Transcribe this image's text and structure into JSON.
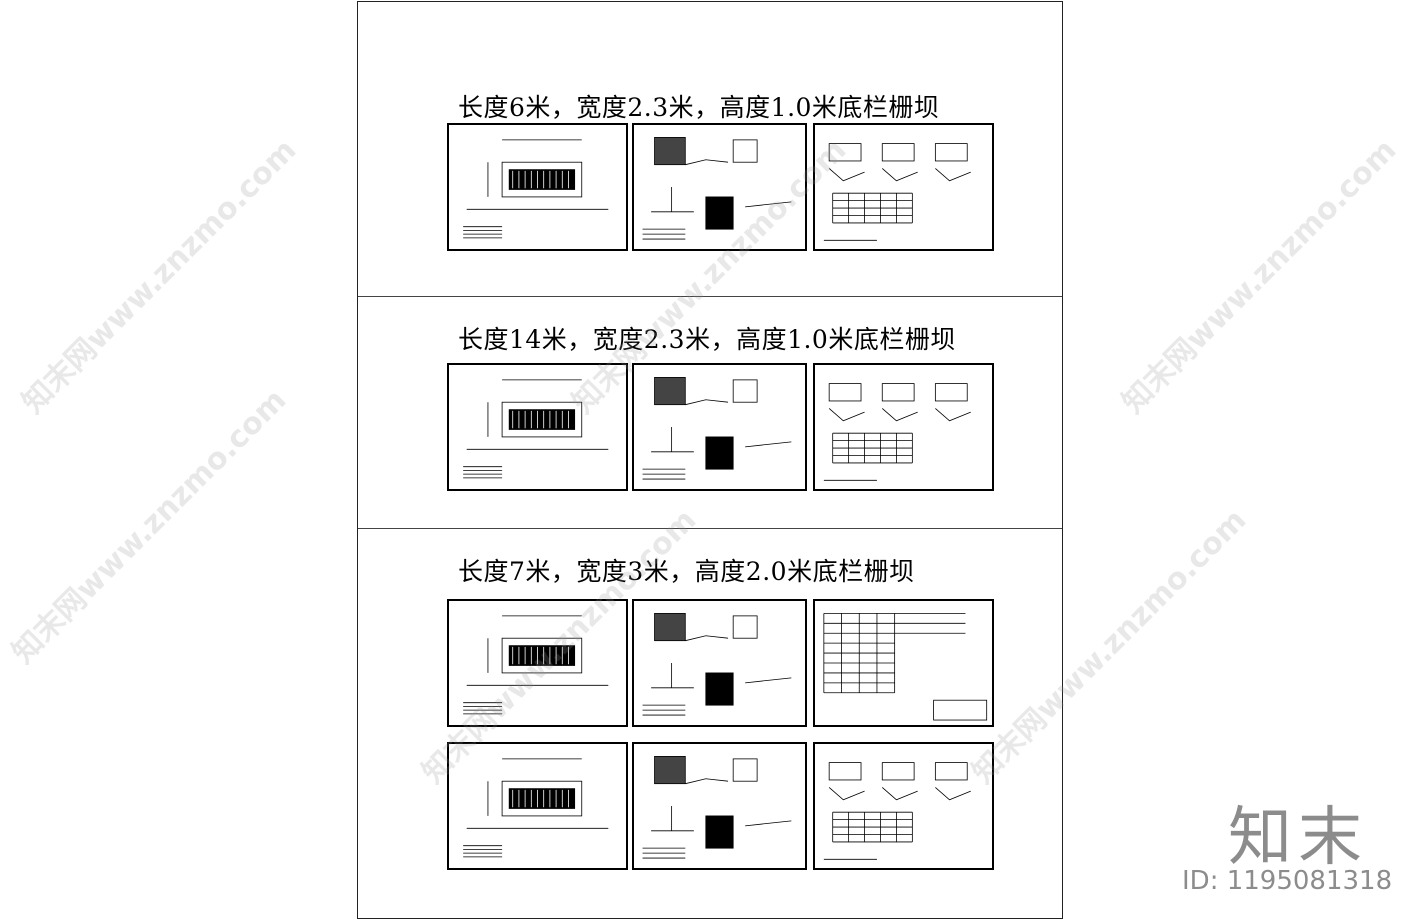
{
  "sections": [
    {
      "title": "长度6米，宽度2.3米，高度1.0米底栏栅坝"
    },
    {
      "title": "长度14米，宽度2.3米，高度1.0米底栏栅坝"
    },
    {
      "title": "长度7米，宽度3米，高度2.0米底栏栅坝"
    }
  ],
  "watermark": {
    "text": "知末网www.znzmo.com"
  },
  "brand": {
    "logo": "知末",
    "id_label": "ID: 1195081318"
  }
}
